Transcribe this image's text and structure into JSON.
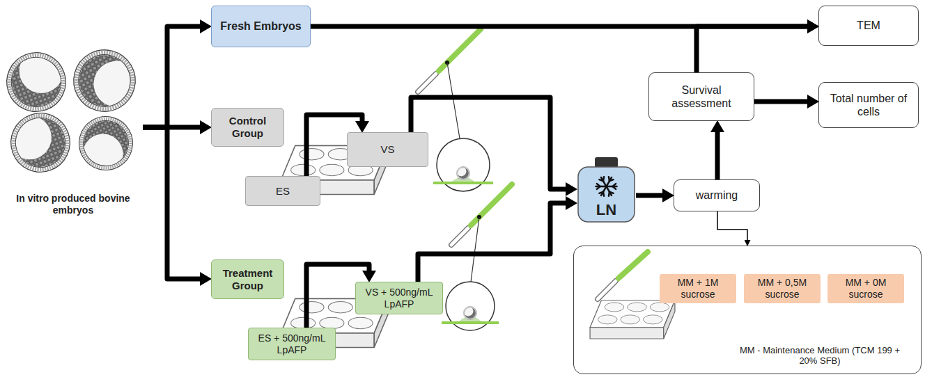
{
  "diagram": {
    "nodes": [
      {
        "text": [
          "In vitro produced bovine embryos"
        ]
      },
      {
        "text": [
          "Fresh Embryos"
        ]
      },
      {
        "text": [
          "Control Group"
        ]
      },
      {
        "text": [
          "ES"
        ]
      },
      {
        "text": [
          "VS"
        ]
      },
      {
        "text": [
          "Treatment Group"
        ]
      },
      {
        "text": [
          "ES + 500ng/mL LpAFP"
        ]
      },
      {
        "text": [
          "VS + 500ng/mL LpAFP"
        ]
      },
      {
        "text": [
          "LN"
        ]
      },
      {
        "text": [
          "warming"
        ]
      },
      {
        "text": [
          "Survival assessment"
        ]
      },
      {
        "text": [
          "TEM"
        ]
      },
      {
        "text": [
          "Total number of cells"
        ]
      },
      {
        "text": [
          "MM - Maintenance Medium (TCM 199 + 20% SFB)"
        ]
      },
      {
        "text": [
          "MM + 1M sucrose"
        ],
        "in": 13
      },
      {
        "text": [
          "MM + 0,5M sucrose"
        ],
        "in": 13
      },
      {
        "text": [
          "MM + 0M sucrose"
        ],
        "in": 13
      }
    ],
    "edges": [
      {
        "from": 0,
        "to": 1,
        "arrow": "to"
      },
      {
        "from": 0,
        "to": 2,
        "arrow": "to"
      },
      {
        "from": 0,
        "to": 5,
        "arrow": "to"
      },
      {
        "from": 1,
        "to": 11,
        "arrow": "to"
      },
      {
        "from": 3,
        "to": 4,
        "arrow": "to"
      },
      {
        "from": 4,
        "to": 8,
        "arrow": "to"
      },
      {
        "from": 6,
        "to": 7,
        "arrow": "to"
      },
      {
        "from": 7,
        "to": 8,
        "arrow": "to"
      },
      {
        "from": 8,
        "to": 9,
        "arrow": "to"
      },
      {
        "from": 9,
        "to": 10,
        "arrow": "to"
      },
      {
        "from": 10,
        "to": 12,
        "arrow": "to"
      },
      {
        "from": 10,
        "to": 11,
        "arrow": "to"
      },
      {
        "from": 9,
        "to": 13,
        "arrow": "to"
      }
    ]
  }
}
